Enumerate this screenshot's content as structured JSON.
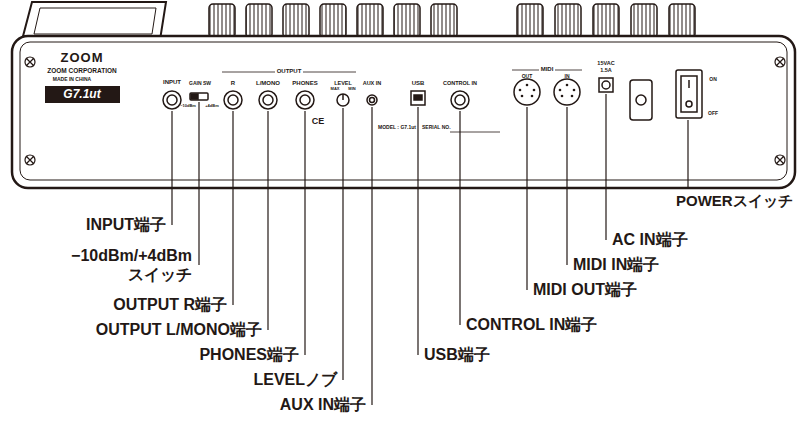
{
  "diagram": {
    "labels": [
      "INPUT端子",
      "−10dBm/+4dBm スイッチ",
      "OUTPUT R端子",
      "OUTPUT L/MONO端子",
      "PHONES端子",
      "LEVELノブ",
      "AUX IN端子",
      "USB端子",
      "CONTROL IN端子",
      "MIDI OUT端子",
      "MIDI IN端子",
      "AC IN端子",
      "POWERスイッチ",
      "ZOOM",
      "ZOOM CORPORATION",
      "MADE IN CHINA",
      "G7.1ut",
      "INPUT",
      "GAIN SW",
      "−10dBm",
      "+4dBm",
      "OUTPUT",
      "R",
      "L/MONO",
      "PHONES",
      "LEVEL",
      "MAX",
      "MIN",
      "AUX IN",
      "USB",
      "CONTROL IN",
      "MIDI",
      "OUT",
      "IN",
      "15VAC",
      "1.5A",
      "ON",
      "OFF",
      "MODEL : G7.1ut",
      "SERIAL NO.",
      "CE"
    ]
  }
}
